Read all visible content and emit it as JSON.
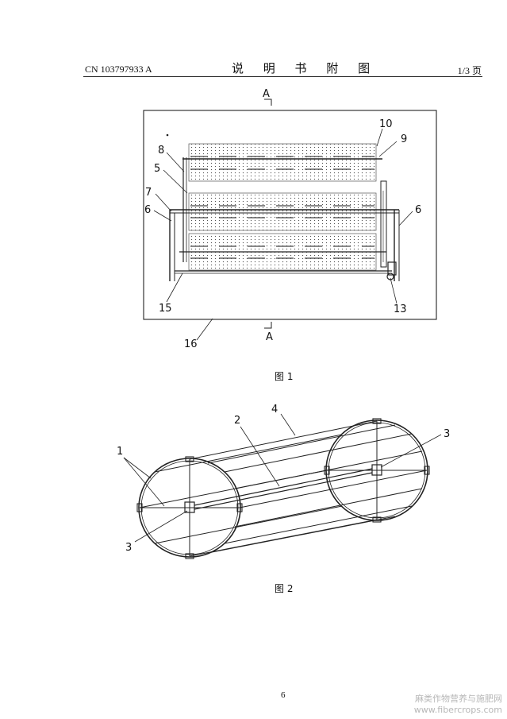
{
  "header": {
    "patent_code": "CN 103797933 A",
    "section_title": "说 明 书 附 图",
    "page_of": "1/3 页"
  },
  "figure1": {
    "caption": "图 1",
    "section_marks": [
      "A",
      "A"
    ],
    "labels": [
      "10",
      "9",
      "8",
      "5",
      "7",
      "6",
      "6",
      "15",
      "13",
      "16"
    ]
  },
  "figure2": {
    "caption": "图 2",
    "labels": [
      "1",
      "2",
      "4",
      "3",
      "3"
    ]
  },
  "footer": {
    "page_number": "6",
    "watermark": [
      "麻类作物营养与施肥网",
      "www.fibercrops.com"
    ]
  }
}
